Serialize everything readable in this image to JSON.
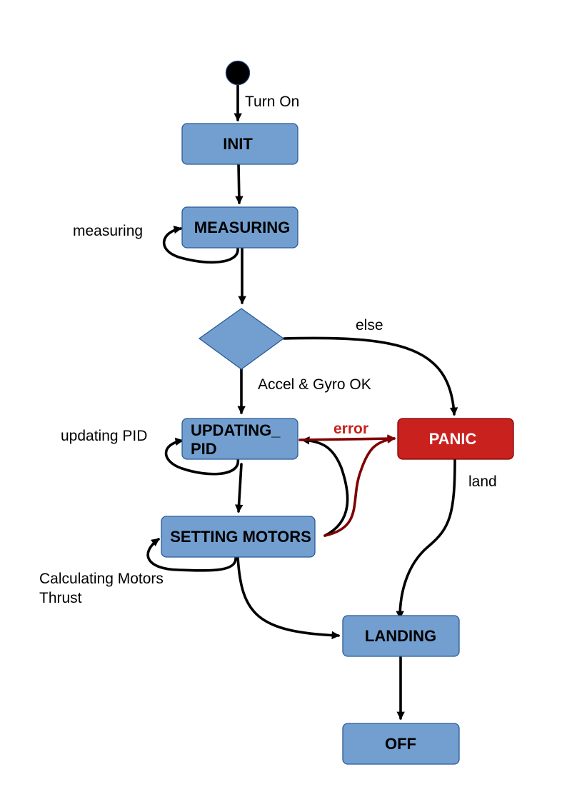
{
  "colors": {
    "state_fill": "#729fcf",
    "state_border": "#2a5a96",
    "panic_fill": "#c9211e",
    "error_edge": "#7f0000",
    "error_label": "#c9211e",
    "edge": "#000000",
    "initial_node": "#000000"
  },
  "states": {
    "init": "INIT",
    "measuring": "MEASURING",
    "updating_pid_line1": "UPDATING_",
    "updating_pid_line2": "PID",
    "setting_motors": "SETTING MOTORS",
    "panic": "PANIC",
    "landing": "LANDING",
    "off": "OFF"
  },
  "transitions": {
    "turn_on": "Turn On",
    "measuring_loop": "measuring",
    "else": "else",
    "accel_gyro_ok": "Accel & Gyro OK",
    "updating_pid_loop": "updating PID",
    "error": "error",
    "land": "land",
    "calculating_line1": "Calculating Motors",
    "calculating_line2": "Thrust"
  }
}
